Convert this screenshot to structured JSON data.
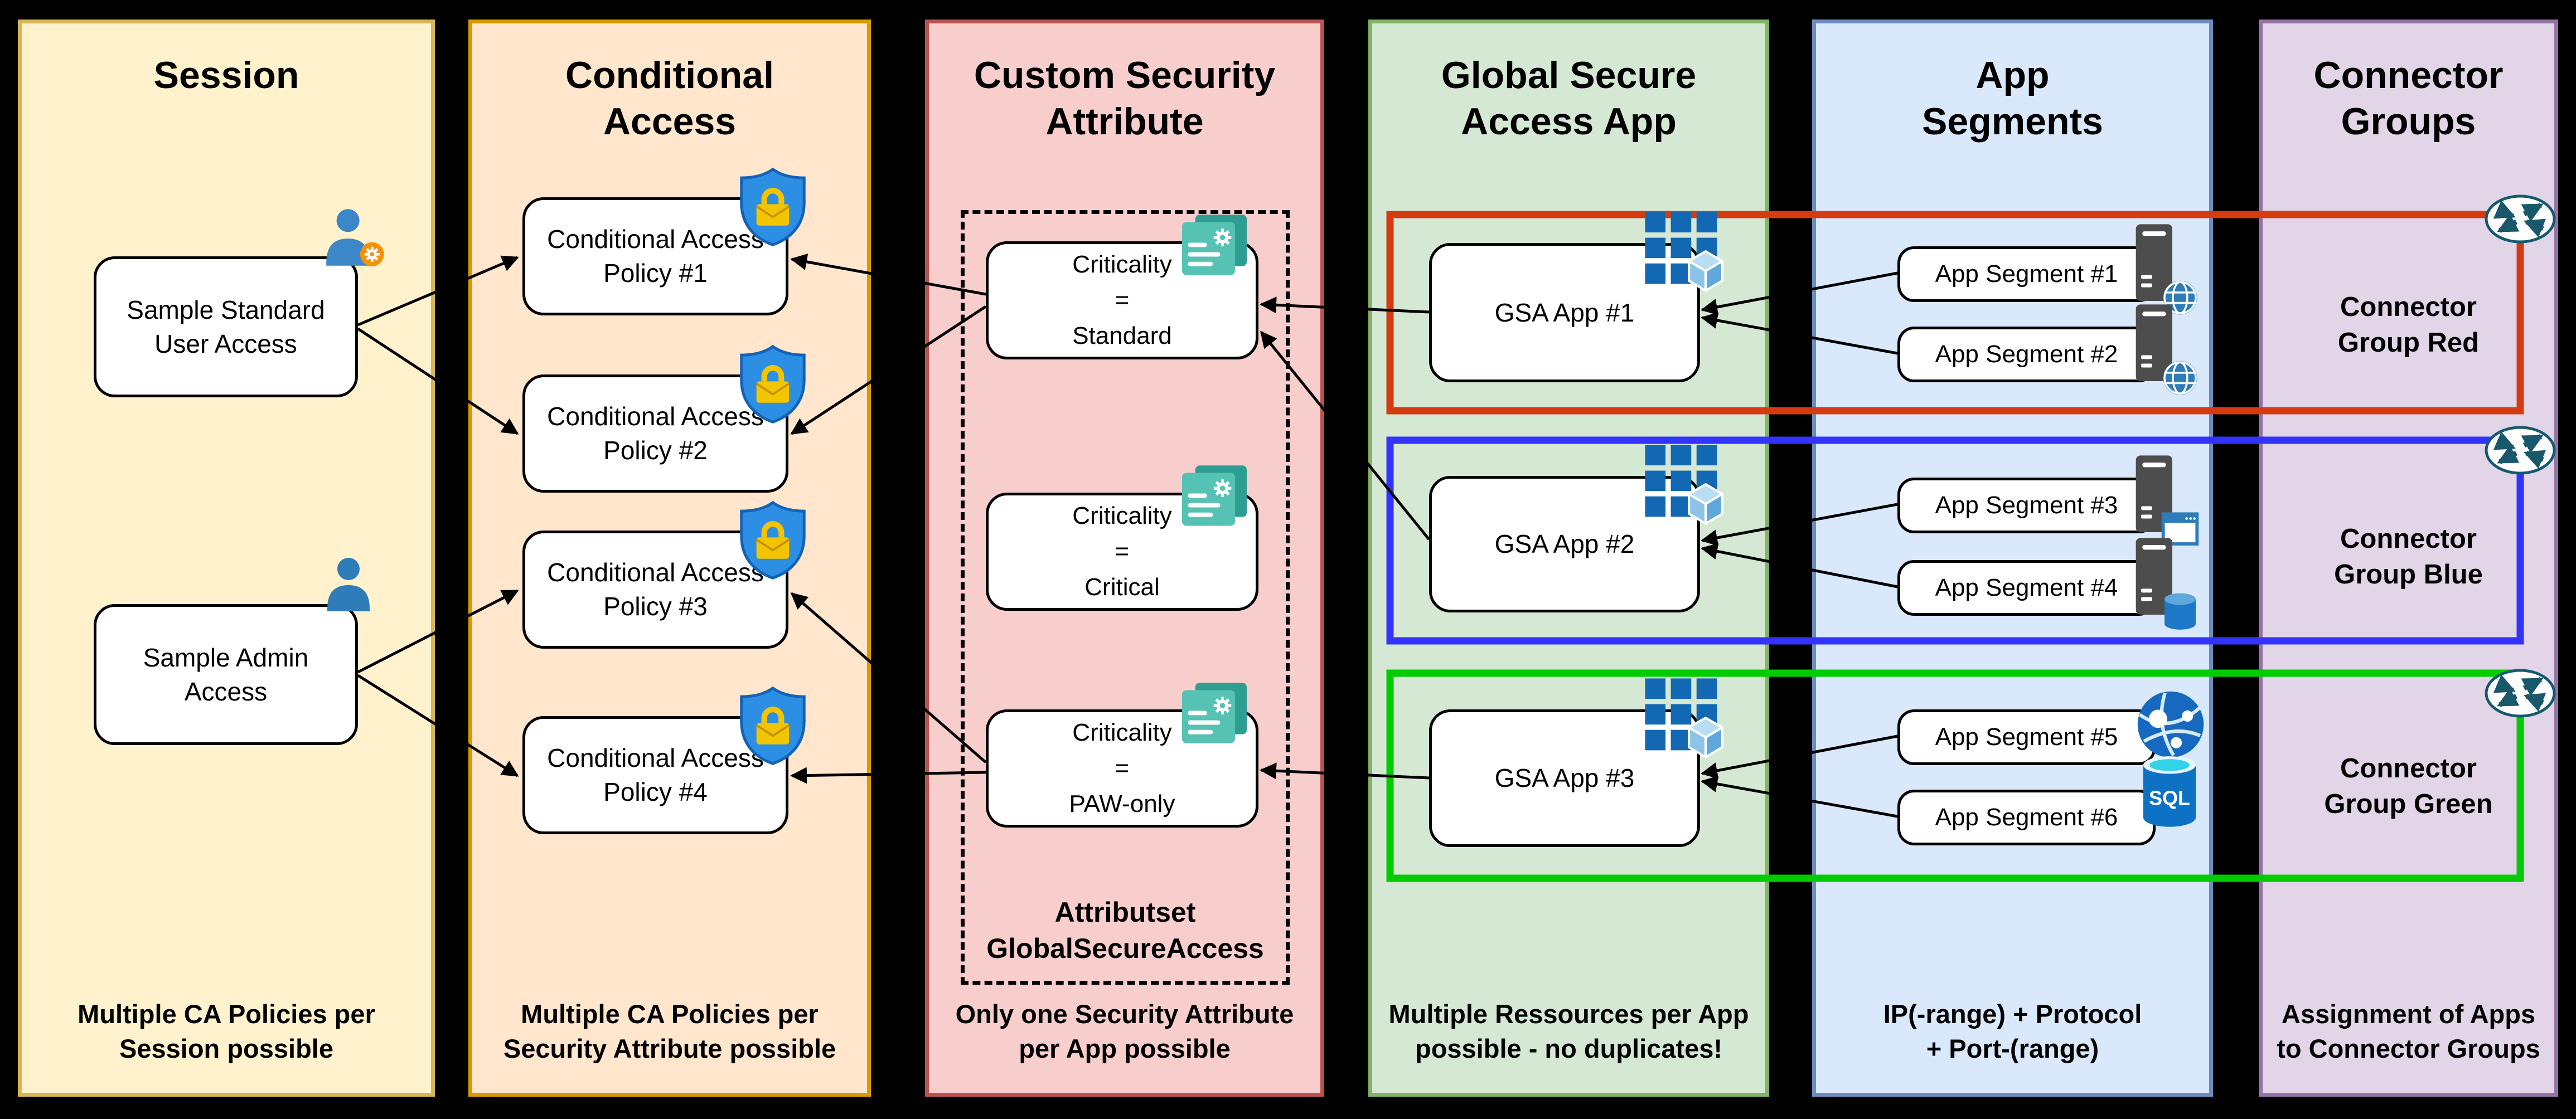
{
  "diagram": {
    "columns": [
      {
        "title": "Session",
        "caption": "Multiple CA Policies per\nSession possible",
        "fill": "#FFF2CC",
        "border": "#D6B656",
        "nodes": [
          {
            "label": "Sample Standard\nUser Access",
            "icon": "user-gear-icon"
          },
          {
            "label": "Sample Admin\nAccess",
            "icon": "user-icon"
          }
        ]
      },
      {
        "title": "Conditional\nAccess",
        "caption": "Multiple CA Policies per\nSecurity Attribute possible",
        "fill": "#FFE6CC",
        "border": "#D79B00",
        "nodes": [
          {
            "label": "Conditional Access\nPolicy #1",
            "icon": "shield-lock-icon"
          },
          {
            "label": "Conditional Access\nPolicy #2",
            "icon": "shield-lock-icon"
          },
          {
            "label": "Conditional Access\nPolicy #3",
            "icon": "shield-lock-icon"
          },
          {
            "label": "Conditional Access\nPolicy #4",
            "icon": "shield-lock-icon"
          }
        ]
      },
      {
        "title": "Custom Security\nAttribute",
        "caption": "Only one Security Attribute\nper App possible",
        "fill": "#F8CECC",
        "border": "#B85450",
        "attribute_set_label": "Attributset\nGlobalSecureAccess",
        "nodes": [
          {
            "label": "Criticality\n=\nStandard",
            "icon": "attribute-icon"
          },
          {
            "label": "Criticality\n=\nCritical",
            "icon": "attribute-icon"
          },
          {
            "label": "Criticality\n=\nPAW-only",
            "icon": "attribute-icon"
          }
        ]
      },
      {
        "title": "Global Secure\nAccess App",
        "caption": "Multiple Ressources per App\npossible - no duplicates!",
        "fill": "#D5E8D4",
        "border": "#82B366",
        "nodes": [
          {
            "label": "GSA App #1",
            "icon": "app-grid-icon"
          },
          {
            "label": "GSA App #2",
            "icon": "app-grid-icon"
          },
          {
            "label": "GSA App #3",
            "icon": "app-grid-icon"
          }
        ]
      },
      {
        "title": "App\nSegments",
        "caption": "IP(-range) + Protocol\n+ Port-(range)",
        "fill": "#DAE8FC",
        "border": "#6C8EBF",
        "nodes": [
          {
            "label": "App Segment #1",
            "icon": "server-globe-icon"
          },
          {
            "label": "App Segment #2",
            "icon": "server-globe-icon"
          },
          {
            "label": "App Segment #3",
            "icon": "server-window-icon"
          },
          {
            "label": "App Segment #4",
            "icon": "server-database-icon"
          },
          {
            "label": "App Segment #5",
            "icon": "app-service-globe-icon"
          },
          {
            "label": "App Segment #6",
            "icon": "sql-database-icon"
          }
        ]
      },
      {
        "title": "Connector\nGroups",
        "caption": "Assignment of Apps\nto Connector Groups",
        "fill": "#E1D5E7",
        "border": "#9673A6",
        "nodes": [
          {
            "label": "Connector\nGroup Red",
            "icon": "router-icon",
            "loop_color": "#D63B10"
          },
          {
            "label": "Connector\nGroup Blue",
            "icon": "router-icon",
            "loop_color": "#3333FF"
          },
          {
            "label": "Connector\nGroup Green",
            "icon": "router-icon",
            "loop_color": "#00CC00"
          }
        ]
      }
    ],
    "loop_colors": {
      "red": "#D63B10",
      "blue": "#3333FF",
      "green": "#00CC00"
    },
    "sql_label": "SQL"
  }
}
